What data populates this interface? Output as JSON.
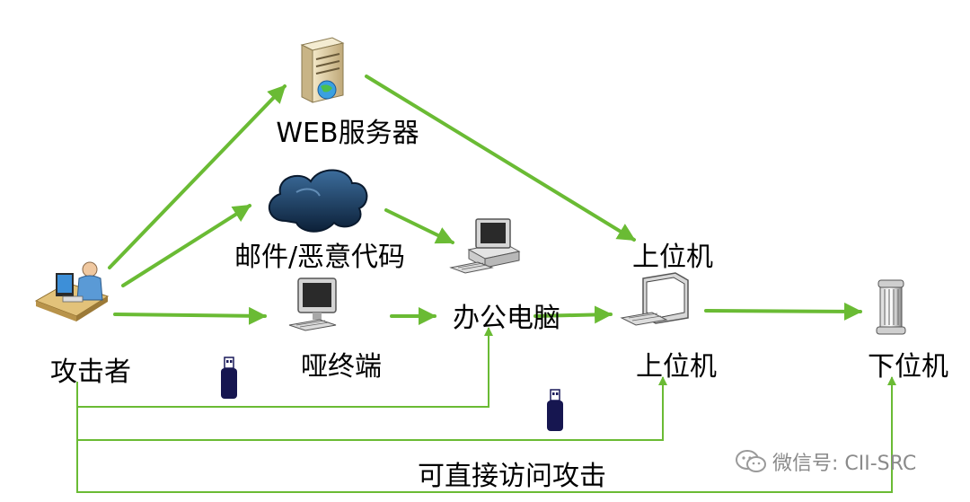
{
  "diagram": {
    "nodes": {
      "attacker": {
        "label": "攻击者",
        "icon": "attacker-workstation-icon"
      },
      "web_server": {
        "label": "WEB服务器",
        "icon": "web-server-icon"
      },
      "email_malware": {
        "label": "邮件/恶意代码",
        "icon": "cloud-icon"
      },
      "dumb_terminal": {
        "label": "哑终端",
        "icon": "monitor-icon"
      },
      "office_pc": {
        "label": "办公电脑",
        "icon": "desktop-computer-icon"
      },
      "upper_top": {
        "label": "上位机"
      },
      "upper_bottom": {
        "label": "上位机",
        "icon": "computer-icon"
      },
      "lower": {
        "label": "下位机",
        "icon": "plc-cylinder-icon"
      }
    },
    "direct_access_label": "可直接访问攻击",
    "usb_icon": "usb-drive-icon",
    "edge_color": "#6abb34"
  },
  "watermark": {
    "text": "微信号: CII-SRC",
    "icon": "wechat-icon"
  }
}
